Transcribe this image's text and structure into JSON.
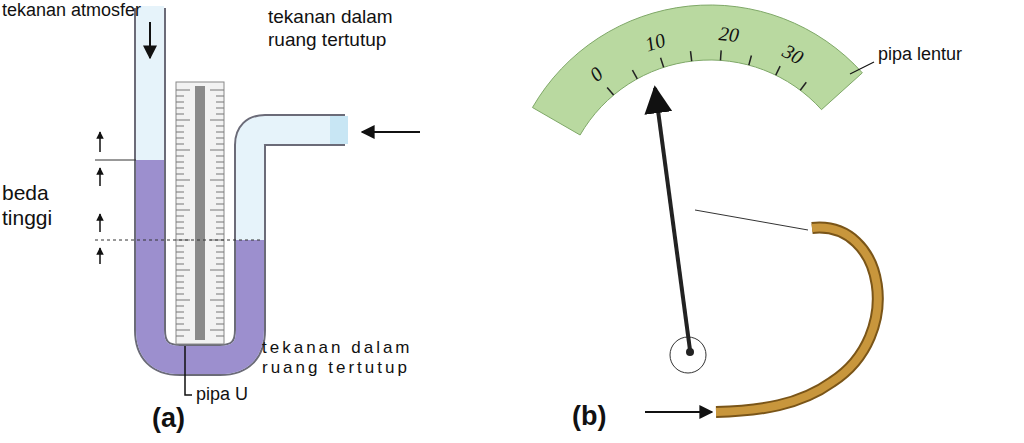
{
  "diagram": {
    "labels": [
      "tekanan atmosfer",
      "tekanan dalam ruang tertutup",
      "beda tinggi",
      "pipa U",
      "(a)",
      "0",
      "10",
      "20",
      "30",
      "pipa lentur",
      "tekanan dalam ruang tertutup",
      "(b)"
    ]
  }
}
